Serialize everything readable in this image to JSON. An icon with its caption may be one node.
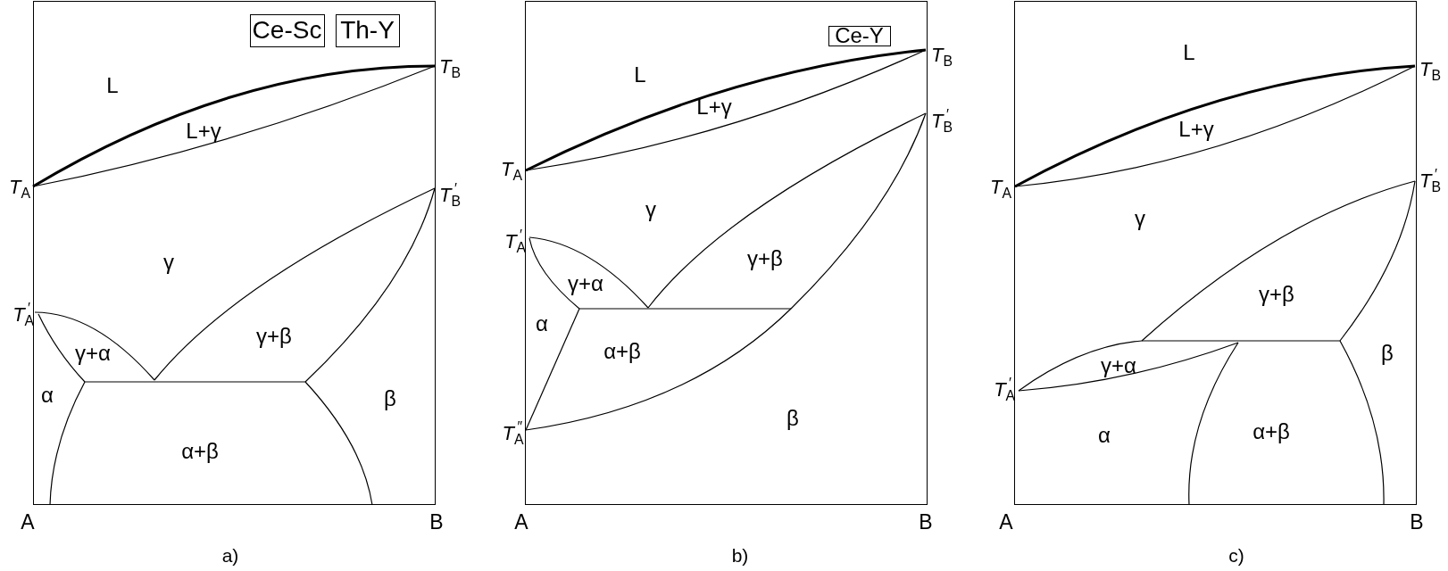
{
  "diagram": {
    "nodes": [
      {
        "text": [],
        "shape": "box",
        "beside": [
          "a)"
        ]
      },
      {
        "text": [
          "Ce-Sc"
        ],
        "in": 0
      },
      {
        "text": [
          "Th-Y"
        ],
        "in": 0
      },
      {
        "text": [],
        "shape": "box",
        "beside": [
          "b)"
        ]
      },
      {
        "text": [
          "Ce-Y"
        ],
        "in": 3
      },
      {
        "text": [],
        "shape": "box",
        "beside": [
          "c)"
        ]
      }
    ],
    "labels": [
      "*T*$_{B}$",
      "L",
      "L+γ",
      "*T*$_{A}$",
      "*T*$_{B}$$^{′}$",
      "γ",
      "*T*$_{A}$$^{′}$",
      "γ+β",
      "γ+α",
      "α",
      "β",
      "α+β",
      "A",
      "B",
      "*T*$_{B}$",
      "L",
      "L+γ",
      "*T*$_{B}$$^{′}$",
      "*T*$_{A}$",
      "γ",
      "*T*$_{A}$$^{′}$",
      "γ+β",
      "γ+α",
      "α",
      "α+β",
      "β",
      "*T*$_{A}$$^{″}$",
      "A",
      "B",
      "L",
      "*T*$_{B}$",
      "L+γ",
      "*T*$_{A}$",
      "*T*$_{B}$$^{′}$",
      "γ",
      "γ+β",
      "β",
      "γ+α",
      "*T*$_{A}$$^{′}$",
      "α+β",
      "α",
      "A",
      "B"
    ]
  }
}
